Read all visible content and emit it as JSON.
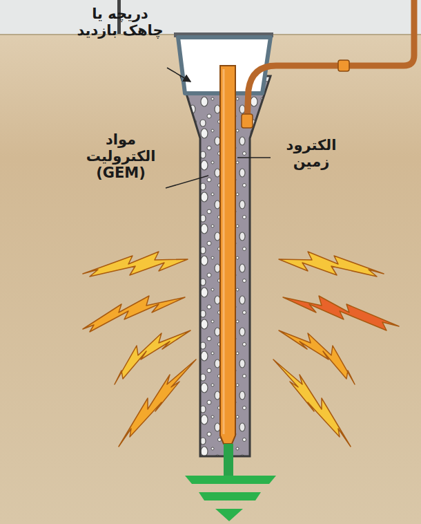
{
  "diagram": {
    "labels": [
      "دریچه یا چاهک بازدید",
      "مواد الکترولیت (GEM)",
      "الکترود زمین"
    ]
  }
}
